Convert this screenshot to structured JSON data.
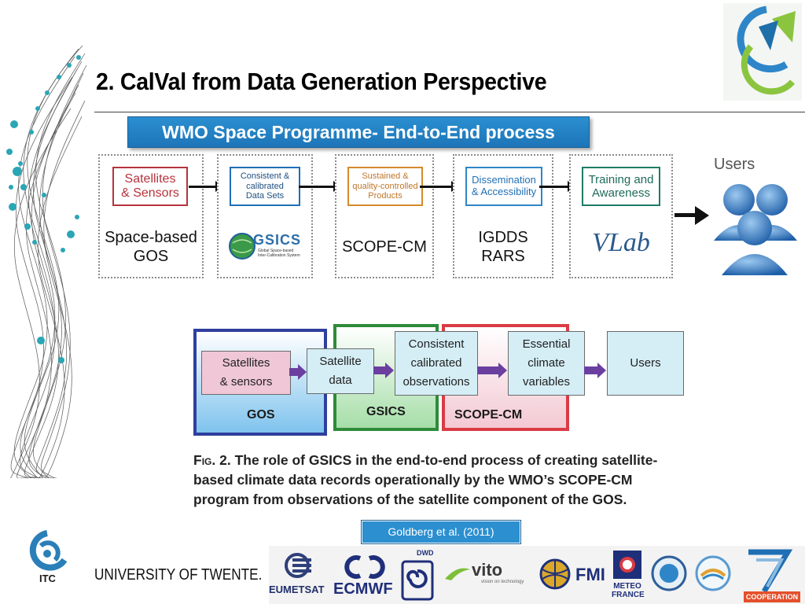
{
  "slide": {
    "title": "2. CalVal from Data Generation Perspective",
    "banner": "WMO Space Programme- End-to-End process",
    "citation": "Goldberg et al. (2011)",
    "university": "UNIVERSITY OF TWENTE.",
    "itc_label": "ITC"
  },
  "process": {
    "boxes": [
      {
        "label": "Satellites & Sensors",
        "lines": [
          "Satellites",
          "& Sensors"
        ],
        "below": [
          "Space-based",
          "GOS"
        ]
      },
      {
        "label": "Consistent & calibrated Data Sets",
        "lines": [
          "Consistent &",
          "calibrated",
          "Data Sets"
        ],
        "below": [
          "GSICS"
        ]
      },
      {
        "label": "Sustained & quality-controlled Products",
        "lines": [
          "Sustained &",
          "quality-controlled",
          "Products"
        ],
        "below": [
          "SCOPE-CM"
        ]
      },
      {
        "label": "Dissemination & Accessibility",
        "lines": [
          "Dissemination",
          "& Accessibility"
        ],
        "below": [
          "IGDDS",
          "RARS"
        ]
      },
      {
        "label": "Training and Awareness",
        "lines": [
          "Training and",
          "Awareness"
        ],
        "below": [
          "VLab"
        ]
      }
    ],
    "users_label": "Users",
    "gsics_tagline": "Global Space-based Inter-Calibration System"
  },
  "gsics_diagram": {
    "zones": [
      "GOS",
      "GSICS",
      "SCOPE-CM"
    ],
    "boxes": [
      {
        "lines": [
          "Satellites",
          "& sensors"
        ]
      },
      {
        "lines": [
          "Satellite",
          "data"
        ]
      },
      {
        "lines": [
          "Consistent",
          "calibrated",
          "observations"
        ]
      },
      {
        "lines": [
          "Essential",
          "climate",
          "variables"
        ]
      },
      {
        "lines": [
          "Users"
        ]
      }
    ]
  },
  "caption": {
    "lead": "Fig. 2.",
    "text": "The role of GSICS in the end-to-end process of creating satellite-based climate data records operationally by the WMO’s SCOPE-CM program from observations of the satellite component of the GOS."
  },
  "partners": {
    "eumetsat": "EUMETSAT",
    "ecmwf": "ECMWF",
    "dwd": "DWD",
    "vito": "vito",
    "vito_tag": "vision on technology",
    "fmi": "FMI",
    "meteo_line1": "METEO",
    "meteo_line2": "FRANCE",
    "cooperation": "COOPERATION"
  },
  "colors": {
    "banner_blue": "#2b8fd0",
    "gos_blue": "#2e3f9e",
    "gsics_green": "#2e8b3a",
    "scope_red": "#d93b45",
    "box_red": "#b5333c",
    "box_blue": "#1f6fb5",
    "box_orange": "#d48a2c",
    "box_teal": "#1e7b66",
    "arrow_purple": "#6b3fa0"
  }
}
